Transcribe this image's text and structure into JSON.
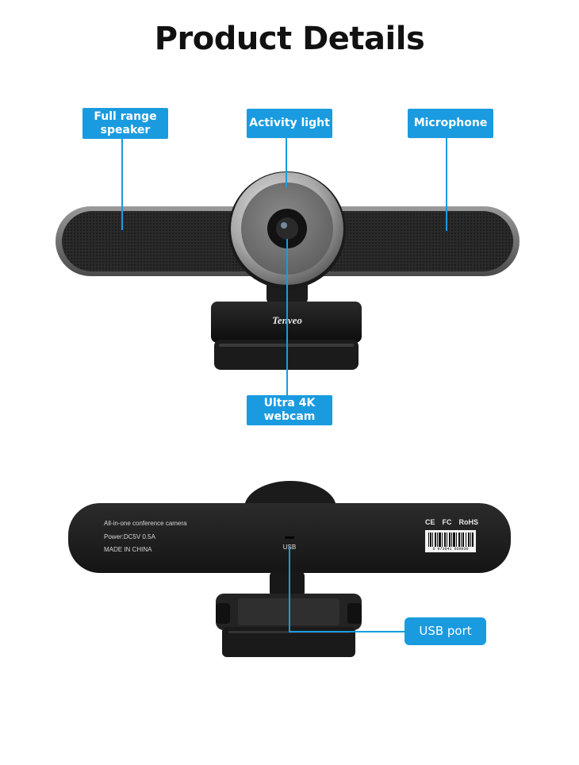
{
  "page": {
    "title": "Product Details"
  },
  "front_callouts": {
    "speaker_line1": "Full range",
    "speaker_line2": "speaker",
    "activity_light": "Activity light",
    "microphone": "Microphone",
    "webcam_line1": "Ultra 4K",
    "webcam_line2": "webcam"
  },
  "back_callouts": {
    "usb_port": "USB port"
  },
  "device_front": {
    "brand": "Tenveo"
  },
  "device_back": {
    "label_line1": "All-in-one conference camera",
    "label_line2": "Power:DC5V 0.5A",
    "label_line3": "MADE IN CHINA",
    "port_label": "USB",
    "cert_ce": "CE",
    "cert_fc": "FC",
    "cert_rohs": "RoHS",
    "barcode_number": "6 973641 660030"
  },
  "colors": {
    "callout_blue": "#1a9bdf",
    "device_dark": "#1f1f1f",
    "bezel_silver": "#b9b9b9"
  }
}
